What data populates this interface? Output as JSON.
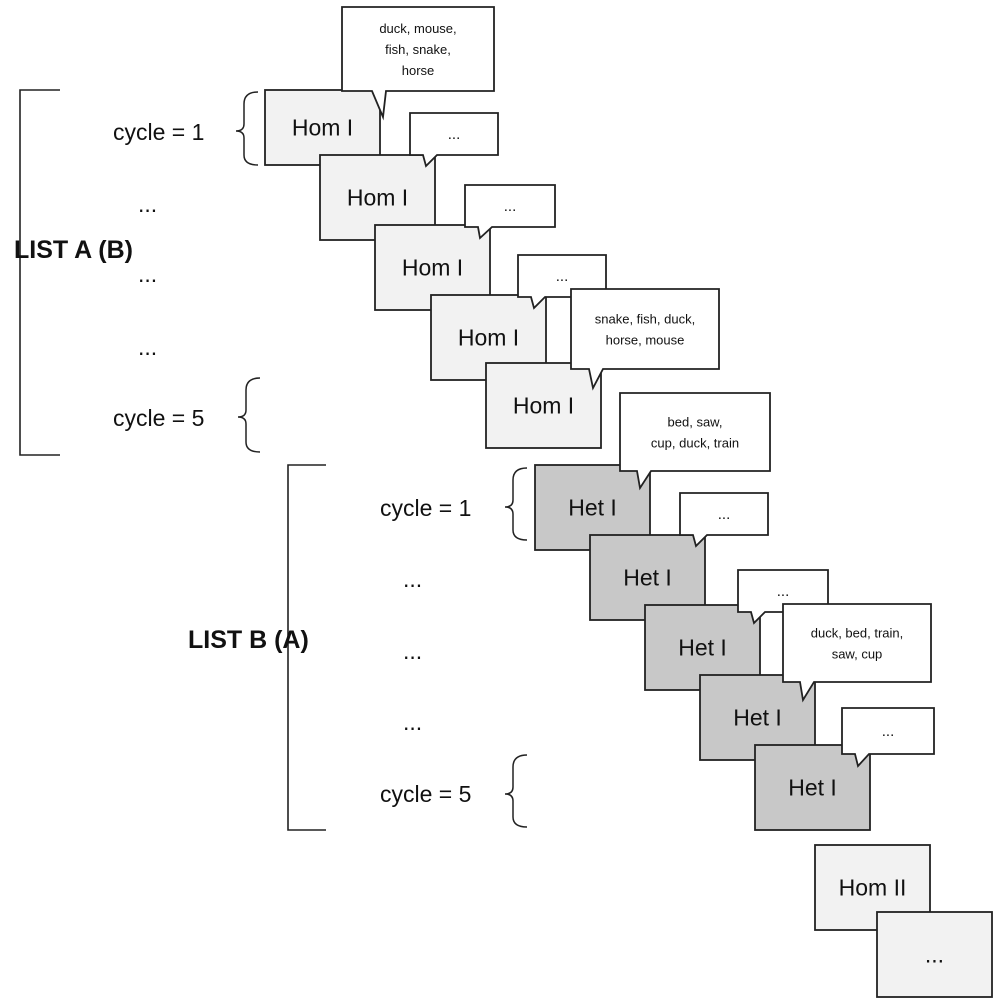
{
  "lists": [
    {
      "label": "LIST A (B)",
      "cycle_first": "cycle = 1",
      "cycle_last": "cycle = 5",
      "ellipses": [
        "...",
        "...",
        "..."
      ]
    },
    {
      "label": "LIST B (A)",
      "cycle_first": "cycle = 1",
      "cycle_last": "cycle = 5",
      "ellipses": [
        "...",
        "...",
        "..."
      ]
    }
  ],
  "blocks": [
    {
      "label": "Hom I",
      "shade": "#f2f2f2",
      "bubble": [
        "duck, mouse,",
        "fish, snake,",
        "horse"
      ]
    },
    {
      "label": "Hom I",
      "shade": "#f2f2f2",
      "bubble": [
        "..."
      ]
    },
    {
      "label": "Hom I",
      "shade": "#f2f2f2",
      "bubble": [
        "..."
      ]
    },
    {
      "label": "Hom I",
      "shade": "#f2f2f2",
      "bubble": [
        "..."
      ]
    },
    {
      "label": "Hom I",
      "shade": "#f2f2f2",
      "bubble": [
        "snake, fish, duck,",
        "horse, mouse"
      ]
    },
    {
      "label": "Het I",
      "shade": "#c8c8c8",
      "bubble": [
        "bed, saw,",
        "cup, duck, train"
      ]
    },
    {
      "label": "Het I",
      "shade": "#c8c8c8",
      "bubble": [
        "..."
      ]
    },
    {
      "label": "Het I",
      "shade": "#c8c8c8",
      "bubble": [
        "..."
      ]
    },
    {
      "label": "Het I",
      "shade": "#c8c8c8",
      "bubble": [
        "duck, bed, train,",
        "saw, cup"
      ]
    },
    {
      "label": "Het I",
      "shade": "#c8c8c8",
      "bubble": [
        "..."
      ]
    },
    {
      "label": "Hom II",
      "shade": "#f2f2f2",
      "bubble": []
    },
    {
      "label": "...",
      "shade": "#f2f2f2",
      "bubble": []
    }
  ],
  "colors": {
    "stroke": "#222222",
    "hom_fill": "#f2f2f2",
    "het_fill": "#c8c8c8",
    "bubble_fill": "#ffffff"
  }
}
